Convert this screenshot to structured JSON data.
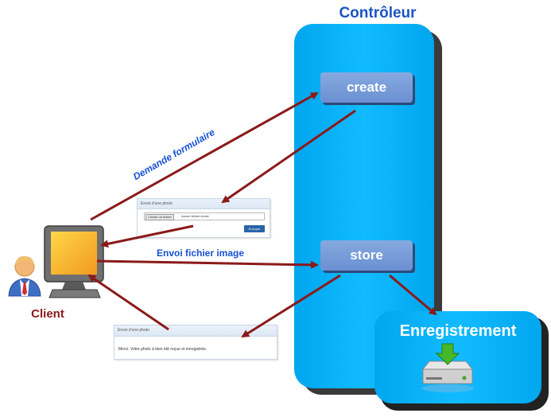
{
  "controller": {
    "title": "Contrôleur",
    "actions": {
      "create": "create",
      "store": "store"
    }
  },
  "storage": {
    "label": "Enregistrement",
    "icon": "disk-save-icon"
  },
  "client": {
    "label": "Client",
    "icons": [
      "user-icon",
      "monitor-icon"
    ]
  },
  "flows": {
    "request_form": "Demande formulaire",
    "send_file": "Envoi fichier image"
  },
  "form_panel": {
    "header": "Envoi d'une photo",
    "file_button": "Choisir un fichier",
    "file_status": "Aucun fichier choisi",
    "submit": "Envoyer"
  },
  "confirm_panel": {
    "header": "Envoi d'une photo",
    "message": "Merci. Votre photo à bien été reçue et enregistrée."
  },
  "colors": {
    "controller": "#00a6ee",
    "action_box": "#7799d8",
    "arrow": "#8b1a1a",
    "label_blue": "#1750d4"
  }
}
